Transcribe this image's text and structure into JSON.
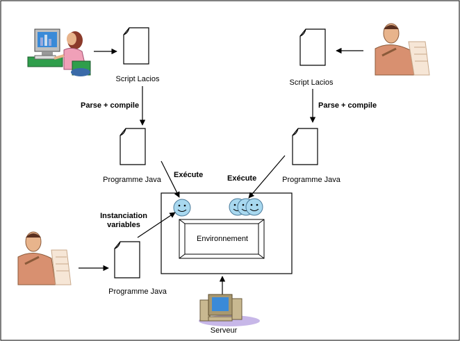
{
  "labels": {
    "script_left": "Script Lacios",
    "script_right": "Script Lacios",
    "parse_left": "Parse + compile",
    "parse_right": "Parse + compile",
    "java_left": "Programme Java",
    "java_right": "Programme Java",
    "java_bottom": "Programme Java",
    "execute_left": "Exécute",
    "execute_right": "Exécute",
    "instanciation_line1": "Instanciation",
    "instanciation_line2": "variables",
    "environment": "Environnement",
    "server": "Serveur"
  },
  "colors": {
    "face_fill": "#a8d8ef",
    "border": "#000000",
    "skin": "#e8b48c",
    "monitor_screen": "#3a8ad8",
    "pink_shirt": "#f0a0b8"
  },
  "icons": {
    "document": "document-icon",
    "person_computer": "woman-at-computer-icon",
    "person_thinking": "thinking-man-icon",
    "server": "server-computer-icon",
    "agent": "smiley-face-icon"
  }
}
